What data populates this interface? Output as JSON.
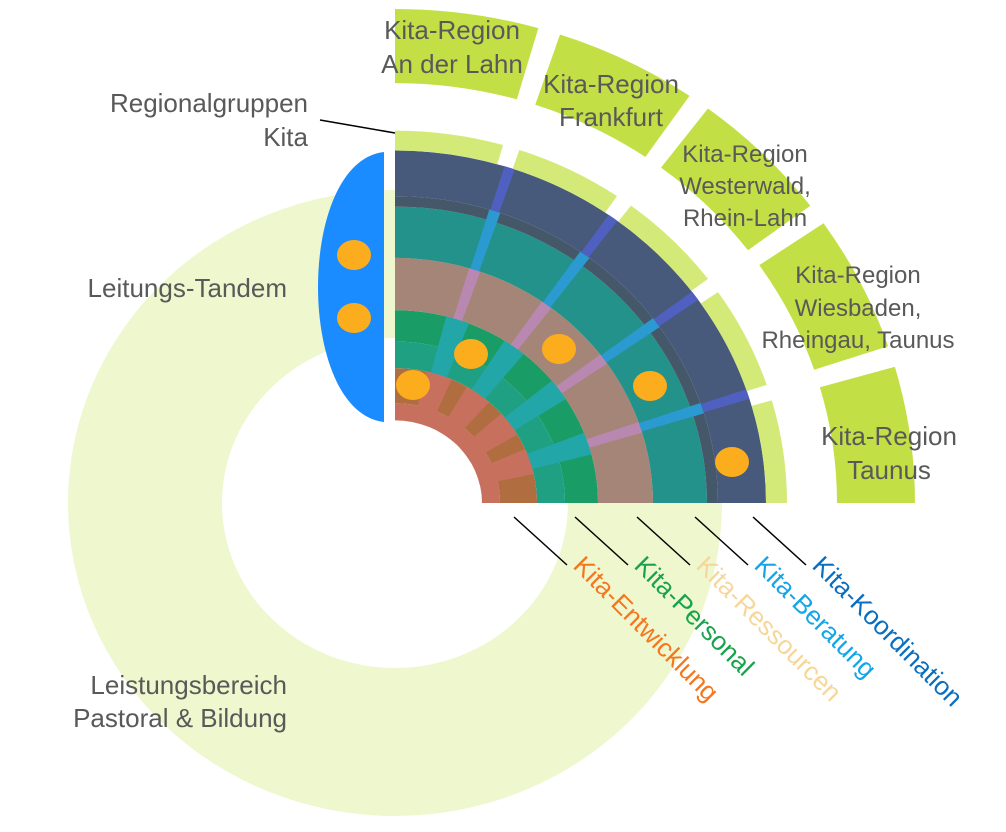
{
  "labels": {
    "regionalgruppen": [
      "Regionalgruppen",
      "Kita"
    ],
    "leitungs_tandem": "Leitungs-Tandem",
    "leistungsbereich": [
      "Leistungsbereich",
      "Pastoral & Bildung"
    ]
  },
  "regions": [
    {
      "lines": [
        "Kita-Region",
        "An der Lahn"
      ]
    },
    {
      "lines": [
        "Kita-Region",
        "Frankfurt"
      ]
    },
    {
      "lines": [
        "Kita-Region",
        "Westerwald,",
        "Rhein-Lahn"
      ]
    },
    {
      "lines": [
        "Kita-Region",
        "Wiesbaden,",
        "Rheingau, Taunus"
      ]
    },
    {
      "lines": [
        "Kita-Region",
        "Taunus"
      ]
    }
  ],
  "rings": [
    {
      "label": "Kita-Entwicklung",
      "color": "#f4771f"
    },
    {
      "label": "Kita-Personal",
      "color": "#17a34a"
    },
    {
      "label": "Kita-Ressourcen",
      "color": "#f6d79a"
    },
    {
      "label": "Kita-Beratung",
      "color": "#12a6e8"
    },
    {
      "label": "Kita-Koordination",
      "color": "#0a6ec0"
    }
  ],
  "colors": {
    "region": "#c3df46",
    "outer_ring": "#d4ea78",
    "pastoral": "#eef7cd",
    "tandem": "#1a8cff",
    "dot": "#fbad1d",
    "text": "#595959"
  }
}
